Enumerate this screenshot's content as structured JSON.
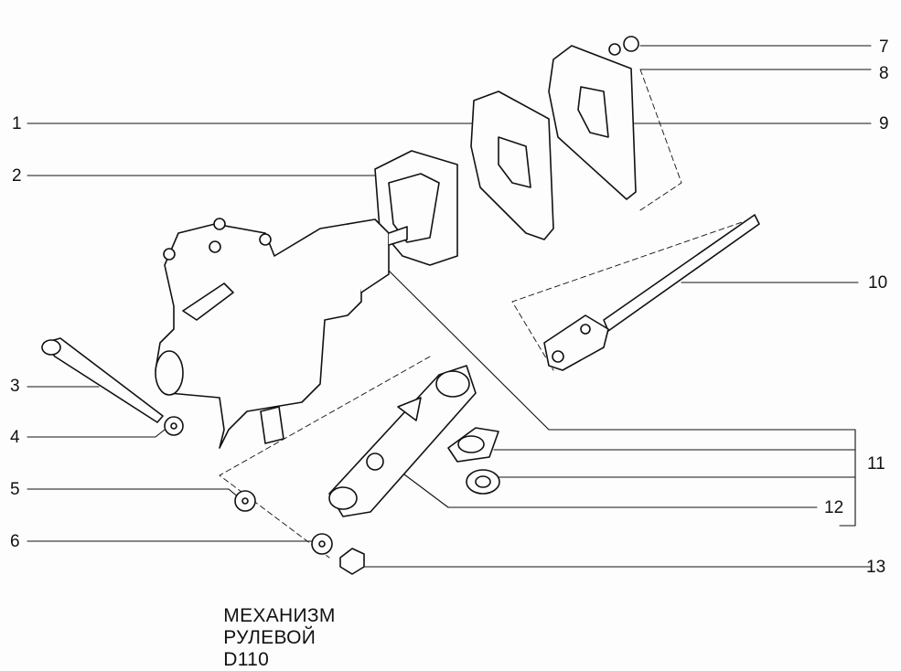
{
  "caption": {
    "word1": "МЕХАНИЗМ",
    "word2": "РУЛЕВОЙ",
    "model": "D110"
  },
  "callouts": [
    {
      "id": "1",
      "label": "1"
    },
    {
      "id": "2",
      "label": "2"
    },
    {
      "id": "3",
      "label": "3"
    },
    {
      "id": "4",
      "label": "4"
    },
    {
      "id": "5",
      "label": "5"
    },
    {
      "id": "6",
      "label": "6"
    },
    {
      "id": "7",
      "label": "7"
    },
    {
      "id": "8",
      "label": "8"
    },
    {
      "id": "9",
      "label": "9"
    },
    {
      "id": "10",
      "label": "10"
    },
    {
      "id": "11",
      "label": "11"
    },
    {
      "id": "12",
      "label": "12"
    },
    {
      "id": "13",
      "label": "13"
    }
  ],
  "parts": [
    "steering-gear-housing",
    "gasket",
    "bracket",
    "long-bolt",
    "washer",
    "washer",
    "washer",
    "nut",
    "plate",
    "intermediate-shaft-with-u-joint",
    "pitman-arm-set",
    "pitman-arm",
    "nut"
  ],
  "colors": {
    "ink": "#111111",
    "paper": "#fdfdfd"
  }
}
